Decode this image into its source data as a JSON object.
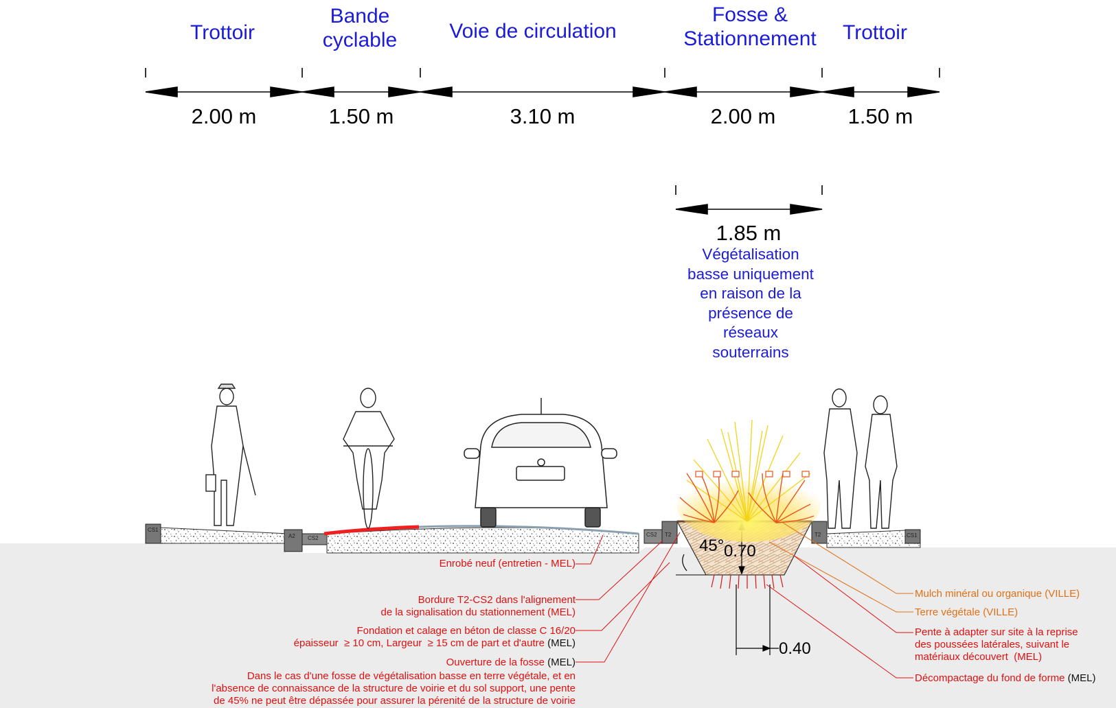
{
  "zones": [
    {
      "label": "Trottoir"
    },
    {
      "label": "Bande\ncyclable"
    },
    {
      "label": "Voie de circulation"
    },
    {
      "label": "Fosse &\nStationnement"
    },
    {
      "label": "Trottoir"
    }
  ],
  "widths": [
    "2.00 m",
    "1.50 m",
    "3.10 m",
    "2.00 m",
    "1.50 m"
  ],
  "fosse_width": "1.85 m",
  "vegetation_note": "Végétalisation\nbasse uniquement\nen raison de la\nprésence de\nréseaux\nsouterrains",
  "fosse_dims": {
    "angle": "45°",
    "depth": "0.70",
    "bottom": "0.40"
  },
  "element_codes": {
    "cs1": "CS1",
    "a2": "A2",
    "cs2": "CS2",
    "t2": "T2"
  },
  "annotations_left": [
    {
      "text": "Enrobé neuf (entretien - MEL)",
      "tail": ""
    },
    {
      "text": "Bordure T2-CS2 dans l'alignement\nde la signalisation du stationnement (MEL)",
      "tail": ""
    },
    {
      "text": "Fondation et calage en béton de classe C 16/20\népaisseur  ≥ 10 cm, Largeur  ≥ 15 cm de part et d'autre",
      "tail": " (MEL)"
    },
    {
      "text": "Ouverture de la fosse",
      "tail": "  (MEL)"
    },
    {
      "text": "Dans le cas d'une fosse de végétalisation basse en terre végétale, et en\nl'absence de connaissance de la structure de voirie et du sol support, une pente\nde 45% ne peut être dépassée pour assurer la pérenité de la structure de voirie",
      "tail": ""
    }
  ],
  "annotations_right": [
    {
      "text": "Mulch minéral ou organique (VILLE)",
      "tail": ""
    },
    {
      "text": "Terre végétale (VILLE)",
      "tail": ""
    },
    {
      "text": "Pente à adapter sur site à la reprise\ndes poussées latérales, suivant le\nmatériaux découvert  (MEL)",
      "tail": ""
    },
    {
      "text": "Décompactage du fond de forme",
      "tail": "  (MEL)"
    }
  ],
  "colors": {
    "zone_text": "#1b1bd8",
    "annotation_red": "#e01010",
    "annotation_orange": "#e07016",
    "ground": "#ececec",
    "bike_lane": "#f02020"
  }
}
